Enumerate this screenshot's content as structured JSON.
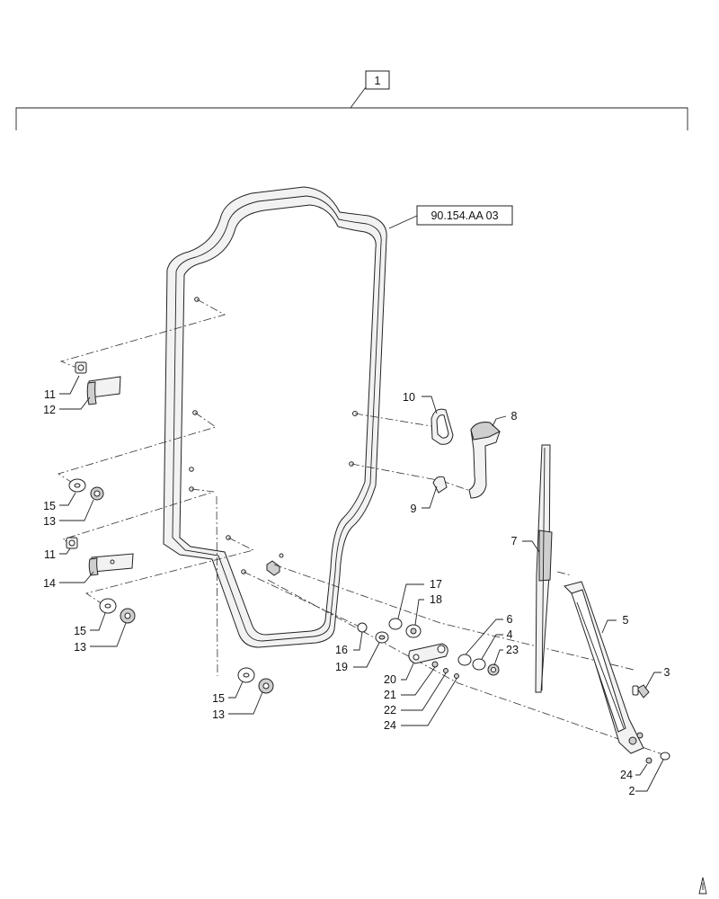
{
  "assembly": {
    "label": "1"
  },
  "reference": {
    "label": "90.154.AA 03"
  },
  "callouts": [
    {
      "id": "c11a",
      "text": "11"
    },
    {
      "id": "c12",
      "text": "12"
    },
    {
      "id": "c10",
      "text": "10"
    },
    {
      "id": "c8",
      "text": "8"
    },
    {
      "id": "c15a",
      "text": "15"
    },
    {
      "id": "c13a",
      "text": "13"
    },
    {
      "id": "c9",
      "text": "9"
    },
    {
      "id": "c11b",
      "text": "11"
    },
    {
      "id": "c14",
      "text": "14"
    },
    {
      "id": "c7",
      "text": "7"
    },
    {
      "id": "c17",
      "text": "17"
    },
    {
      "id": "c18",
      "text": "18"
    },
    {
      "id": "c5",
      "text": "5"
    },
    {
      "id": "c15b",
      "text": "15"
    },
    {
      "id": "c13b",
      "text": "13"
    },
    {
      "id": "c6",
      "text": "6"
    },
    {
      "id": "c4",
      "text": "4"
    },
    {
      "id": "c16",
      "text": "16"
    },
    {
      "id": "c23",
      "text": "23"
    },
    {
      "id": "c19",
      "text": "19"
    },
    {
      "id": "c3",
      "text": "3"
    },
    {
      "id": "c20",
      "text": "20"
    },
    {
      "id": "c21",
      "text": "21"
    },
    {
      "id": "c15c",
      "text": "15"
    },
    {
      "id": "c13c",
      "text": "13"
    },
    {
      "id": "c22",
      "text": "22"
    },
    {
      "id": "c24a",
      "text": "24"
    },
    {
      "id": "c24b",
      "text": "24"
    },
    {
      "id": "c2",
      "text": "2"
    }
  ]
}
